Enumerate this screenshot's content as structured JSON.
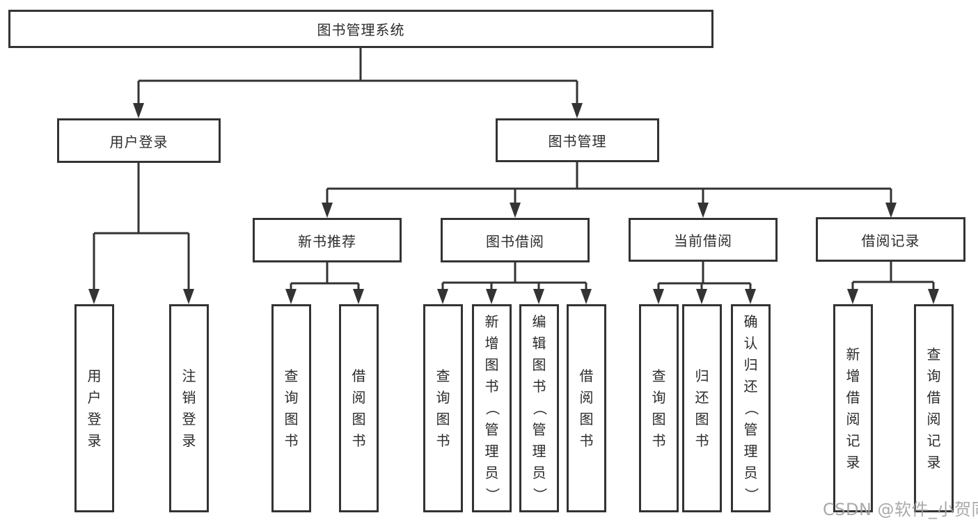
{
  "tree": {
    "label": "图书管理系统",
    "children": [
      {
        "label": "用户登录",
        "children": [
          {
            "label": "用户登录"
          },
          {
            "label": "注销登录"
          }
        ]
      },
      {
        "label": "图书管理",
        "children": [
          {
            "label": "新书推荐",
            "children": [
              {
                "label": "查询图书"
              },
              {
                "label": "借阅图书"
              }
            ]
          },
          {
            "label": "图书借阅",
            "children": [
              {
                "label": "查询图书"
              },
              {
                "label": "新增图书（管理员）"
              },
              {
                "label": "编辑图书（管理员）"
              },
              {
                "label": "借阅图书"
              }
            ]
          },
          {
            "label": "当前借阅",
            "children": [
              {
                "label": "查询图书"
              },
              {
                "label": "归还图书"
              },
              {
                "label": "确认归还（管理员）"
              }
            ]
          },
          {
            "label": "借阅记录",
            "children": [
              {
                "label": "新增借阅记录"
              },
              {
                "label": "查询借阅记录"
              }
            ]
          }
        ]
      }
    ]
  },
  "watermark": "CSDN @软件_小贺同学",
  "colors": {
    "line": "#333333",
    "box_border": "#333333",
    "background": "#ffffff",
    "watermark_text": "#9e9e9e"
  }
}
